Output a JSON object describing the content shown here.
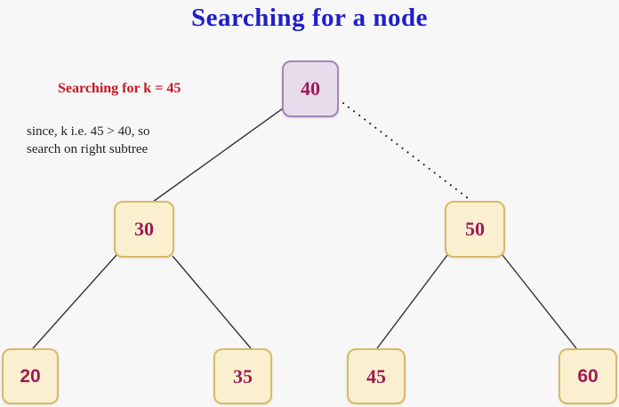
{
  "page": {
    "title": "Searching for a node"
  },
  "annotations": {
    "search_label": "Searching for k = 45",
    "note_line1": "since, k i.e. 45 > 40, so",
    "note_line2": "search on right subtree"
  },
  "tree": {
    "nodes": [
      {
        "key": "40",
        "role": "root",
        "highlighted": true
      },
      {
        "key": "30",
        "role": "left-child-of-40"
      },
      {
        "key": "50",
        "role": "right-child-of-40"
      },
      {
        "key": "20",
        "role": "left-child-of-30"
      },
      {
        "key": "35",
        "role": "right-child-of-30"
      },
      {
        "key": "45",
        "role": "left-child-of-50"
      },
      {
        "key": "60",
        "role": "right-child-of-50"
      }
    ],
    "edges": [
      {
        "from": "40",
        "to": "30",
        "style": "solid"
      },
      {
        "from": "40",
        "to": "50",
        "style": "dotted"
      },
      {
        "from": "30",
        "to": "20",
        "style": "solid"
      },
      {
        "from": "30",
        "to": "35",
        "style": "solid"
      },
      {
        "from": "50",
        "to": "45",
        "style": "solid"
      },
      {
        "from": "50",
        "to": "60",
        "style": "solid"
      }
    ]
  },
  "colors": {
    "background": "#f7f7f8",
    "title_blue": "#1f1fc8",
    "label_red": "#c8161e",
    "note_text": "#222222",
    "node_fill": "#faf0cf",
    "node_border": "#d9b968",
    "root_fill": "#e7dcec",
    "root_border": "#a287b4",
    "node_text": "#9e1a56",
    "edge": "#333333"
  }
}
